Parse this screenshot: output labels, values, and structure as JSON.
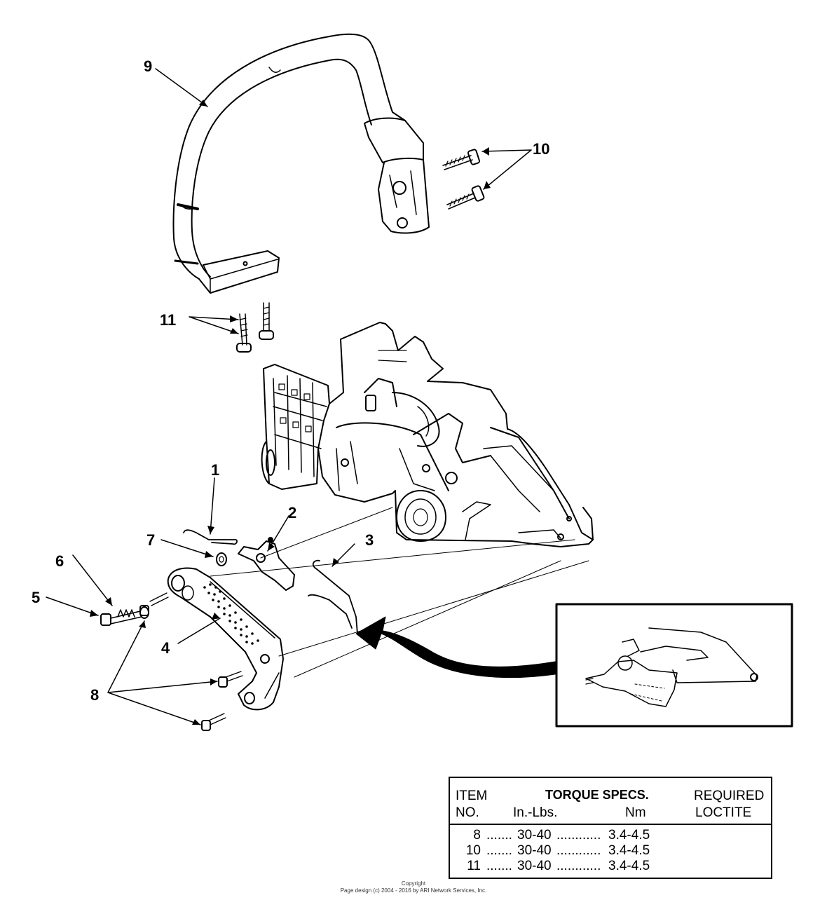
{
  "callouts": {
    "c1": "1",
    "c2": "2",
    "c3": "3",
    "c4": "4",
    "c5": "5",
    "c6": "6",
    "c7": "7",
    "c8": "8",
    "c9": "9",
    "c10": "10",
    "c11": "11"
  },
  "torque_table": {
    "col_item_line1": "ITEM",
    "col_item_line2": "NO.",
    "title": "TORQUE SPECS.",
    "col_inlbs": "In.-Lbs.",
    "col_nm": "Nm",
    "col_loctite_line1": "REQUIRED",
    "col_loctite_line2": "LOCTITE",
    "rows": [
      {
        "item": "8",
        "inlbs": "30-40",
        "nm": "3.4-4.5"
      },
      {
        "item": "10",
        "inlbs": "30-40",
        "nm": "3.4-4.5"
      },
      {
        "item": "11",
        "inlbs": "30-40",
        "nm": "3.4-4.5"
      }
    ]
  },
  "footer": {
    "line1": "Copyright",
    "line2": "Page design (c) 2004 - 2016 by ARI Network Services, Inc."
  }
}
